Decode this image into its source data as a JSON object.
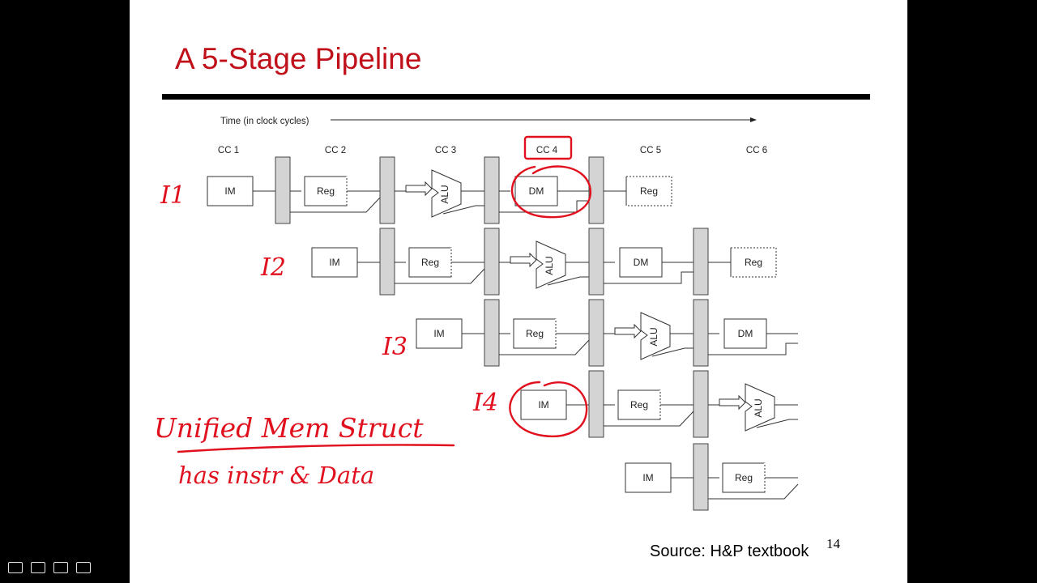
{
  "slide": {
    "title": "A 5-Stage Pipeline",
    "source": "Source: H&P textbook",
    "page_number": "14"
  },
  "diagram": {
    "time_axis_label": "Time (in clock cycles)",
    "clock_cycles": [
      "CC 1",
      "CC 2",
      "CC 3",
      "CC 4",
      "CC 5",
      "CC 6"
    ],
    "stage_labels": {
      "im": "IM",
      "reg": "Reg",
      "alu": "ALU",
      "dm": "DM"
    },
    "rows": [
      {
        "instruction": "I1"
      },
      {
        "instruction": "I2"
      },
      {
        "instruction": "I3"
      },
      {
        "instruction": "I4"
      },
      {
        "instruction": ""
      }
    ],
    "handwritten_notes": [
      "Unified Mem Struct",
      "has instr & Data"
    ],
    "colors": {
      "title": "#c0101a",
      "annotation": "#e0101e",
      "register_fill": "#d4d4d4"
    }
  }
}
